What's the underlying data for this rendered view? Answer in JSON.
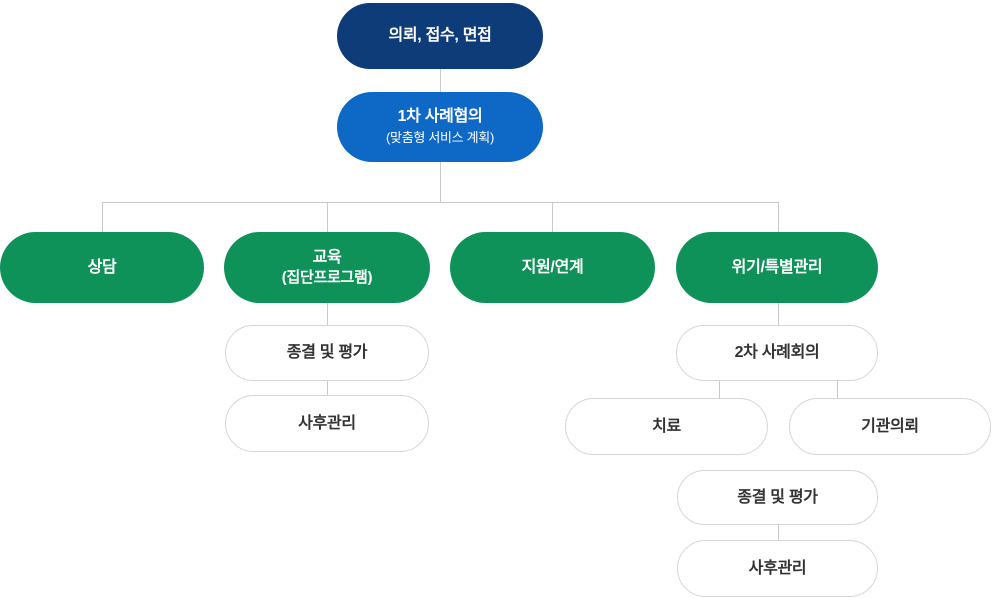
{
  "colors": {
    "navy": "#0d3c78",
    "blue": "#0e68c5",
    "green": "#0f915a",
    "line": "#c9c9c9",
    "pill_border": "#d6d6d6",
    "pill_text": "#333333"
  },
  "flowchart": {
    "nodes": {
      "intake": {
        "label": "의뢰, 접수, 면접"
      },
      "first_case_meeting": {
        "label": "1차 사례협의",
        "sublabel": "(맞춤형 서비스 계획)"
      },
      "counseling": {
        "label": "상담"
      },
      "education": {
        "label": "교육",
        "sublabel": "(집단프로그램)"
      },
      "support_linkage": {
        "label": "지원/연계"
      },
      "crisis_management": {
        "label": "위기/특별관리"
      },
      "education_closure": {
        "label": "종결 및 평가"
      },
      "education_followup": {
        "label": "사후관리"
      },
      "second_case_meeting": {
        "label": "2차 사례회의"
      },
      "treatment": {
        "label": "치료"
      },
      "agency_referral": {
        "label": "기관의뢰"
      },
      "crisis_closure": {
        "label": "종결 및 평가"
      },
      "crisis_followup": {
        "label": "사후관리"
      }
    }
  }
}
